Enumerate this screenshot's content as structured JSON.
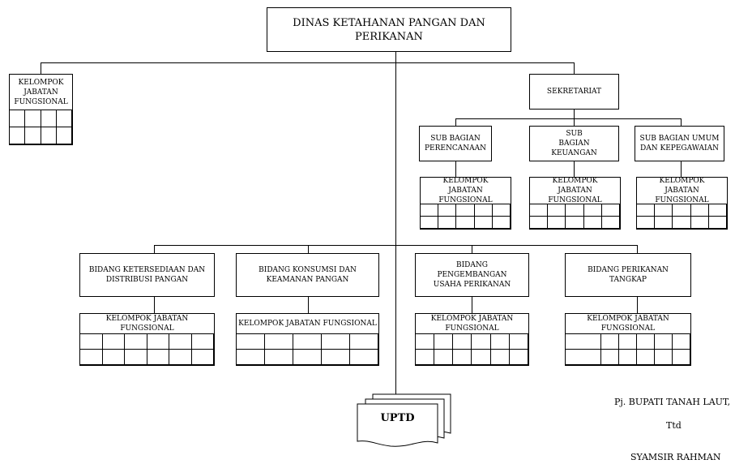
{
  "head": {
    "title_line1": "DINAS KETAHANAN PANGAN DAN",
    "title_line2": "PERIKANAN"
  },
  "kjf_left": "KELOMPOK JABATAN FUNGSIONAL",
  "sekretariat": {
    "label": "SEKRETARIAT",
    "sub": [
      {
        "label": "SUB BAGIAN PERENCANAAN",
        "kjf": "KELOMPOK JABATAN FUNGSIONAL"
      },
      {
        "label": "SUB BAGIAN KEUANGAN",
        "kjf": "KELOMPOK JABATAN FUNGSIONAL"
      },
      {
        "label": "SUB BAGIAN UMUM DAN KEPEGAWAIAN",
        "kjf": "KELOMPOK JABATAN FUNGSIONAL"
      }
    ]
  },
  "bidang": [
    {
      "label": "BIDANG KETERSEDIAAN DAN DISTRIBUSI PANGAN",
      "kjf": "KELOMPOK JABATAN FUNGSIONAL"
    },
    {
      "label": "BIDANG  KONSUMSI DAN KEAMANAN PANGAN",
      "kjf": "KELOMPOK JABATAN FUNGSIONAL"
    },
    {
      "label": "BIDANG  PENGEMBANGAN USAHA PERIKANAN",
      "kjf": "KELOMPOK JABATAN FUNGSIONAL"
    },
    {
      "label": "BIDANG  PERIKANAN TANGKAP",
      "kjf": "KELOMPOK JABATAN FUNGSIONAL"
    }
  ],
  "uptd": "UPTD",
  "signature": {
    "title": "Pj. BUPATI TANAH LAUT,",
    "ttd": "Ttd",
    "name": "SYAMSIR RAHMAN"
  }
}
